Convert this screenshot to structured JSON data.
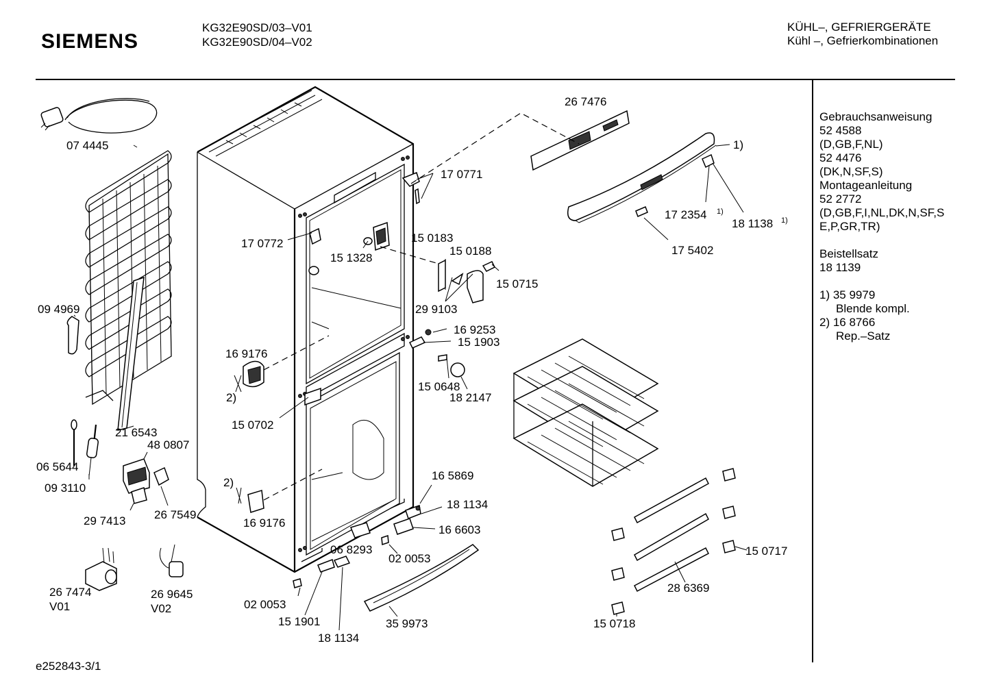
{
  "brand": "SIEMENS",
  "models": [
    "KG32E90SD/03–V01",
    "KG32E90SD/04–V02"
  ],
  "titles": [
    "KÜHL–, GEFRIERGERÄTE",
    "Kühl –, Gefrierkombinationen"
  ],
  "sidebar": {
    "lines1": [
      "Gebrauchsanweisung",
      "52 4588",
      "(D,GB,F,NL)",
      "52 4476",
      "(DK,N,SF,S)",
      "Montageanleitung",
      "52 2772",
      "(D,GB,F,I,NL,DK,N,SF,S",
      "E,P,GR,TR)"
    ],
    "lines2": [
      "Beistellsatz",
      "18 1139"
    ],
    "note1_num": "1) 35 9979",
    "note1_text": "Blende kompl.",
    "note2_num": "2) 16 8766",
    "note2_text": "Rep.–Satz"
  },
  "footer": "e252843-3/1",
  "labels": {
    "p074445": "07 4445",
    "p094969": "09 4969",
    "p216543": "21 6543",
    "p065644": "06 5644",
    "p093110": "09 3110",
    "p480807": "48 0807",
    "p297413": "29 7413",
    "p267549": "26 7549",
    "p267474": "26 7474",
    "v01": "V01",
    "p269645": "26 9645",
    "v02": "V02",
    "p170772": "17 0772",
    "p151328": "15 1328",
    "p169176a": "16 9176",
    "two_a": "2)",
    "p150702": "15 0702",
    "two_b": "2)",
    "p169176b": "16 9176",
    "p020053a": "02 0053",
    "p151901": "15 1901",
    "p181134a": "18 1134",
    "p068293": "06 8293",
    "p020053b": "02 0053",
    "p359973": "35 9973",
    "p267476": "26 7476",
    "p170771": "17 0771",
    "p150183": "15 0183",
    "p150188": "15 0188",
    "p150715": "15 0715",
    "p299103": "29 9103",
    "p169253": "16 9253",
    "p151903": "15 1903",
    "p150648": "15 0648",
    "p182147": "18 2147",
    "p165869": "16 5869",
    "p181134b": "18 1134",
    "p166603": "16 6603",
    "one_a": "1)",
    "p172354": "17 2354",
    "sup_172354": "1)",
    "p181138": "18 1138",
    "sup_181138": "1)",
    "p175402": "17 5402",
    "p150717": "15 0717",
    "p286369": "28 6369",
    "p150718": "15 0718"
  }
}
